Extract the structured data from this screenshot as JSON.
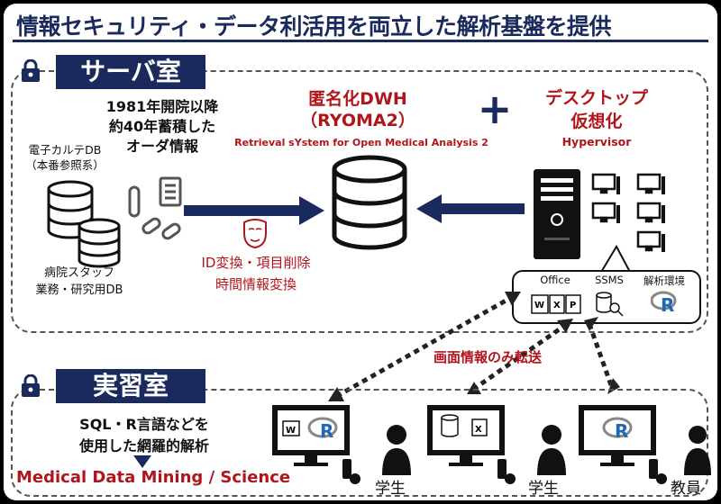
{
  "title": "情報セキュリティ・データ利活用を両立した解析基盤を提供",
  "server_room": {
    "label": "サーバ室",
    "history_lines": [
      "1981年開院以降",
      "約40年蓄積した",
      "オーダ情報"
    ],
    "db1_label_lines": [
      "電子カルテDB",
      "（本番参照系）"
    ],
    "db2_label_lines": [
      "病院スタッフ",
      "業務・研究用DB"
    ],
    "anon_lines": [
      "ID変換・項目削除",
      "時間情報変換"
    ],
    "dwh_title_lines": [
      "匿名化DWH",
      "（RYOMA2）"
    ],
    "dwh_subtitle": "Retrieval sYstem for Open Medical Analysis 2",
    "plus_symbol": "+",
    "desktop_title_lines": [
      "デスクトップ",
      "仮想化"
    ],
    "hypervisor": "Hypervisor",
    "apps": [
      "Office",
      "SSMS",
      "解析環境"
    ]
  },
  "transfer_label": "画面情報のみ転送",
  "lab": {
    "label": "実習室",
    "desc_lines": [
      "SQL・R言語などを",
      "使用した網羅的解析"
    ],
    "tagline": "Medical Data Mining / Science",
    "users": [
      "学生",
      "学生",
      "教員"
    ]
  },
  "icon_labels": {
    "r_logo": "R",
    "word": "W",
    "excel": "X",
    "ppt": "P"
  },
  "colors": {
    "navy": "#1a2a5c",
    "red": "#b0151b",
    "text": "#111111"
  }
}
